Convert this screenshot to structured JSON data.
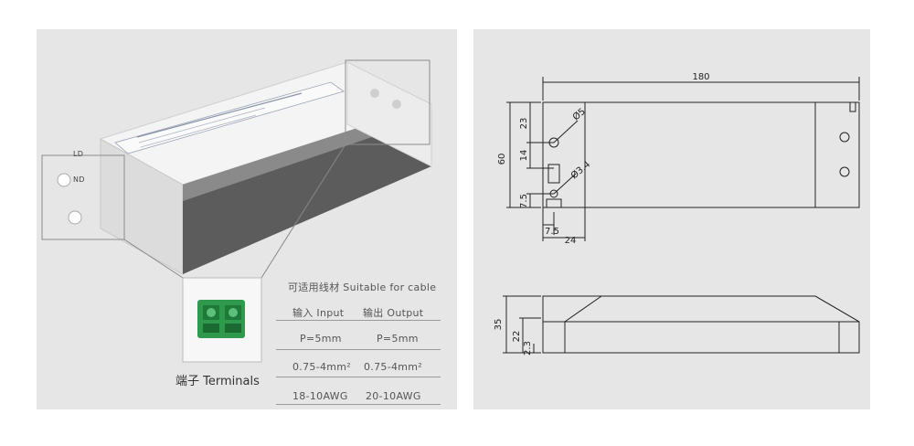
{
  "spec_table": {
    "header": "可适用线材 Suitable for cable",
    "col_input": "输入 Input",
    "col_output": "输出 Output",
    "rows": [
      {
        "input": "P=5mm",
        "output": "P=5mm"
      },
      {
        "input": "0.75-4mm²",
        "output": "0.75-4mm²"
      },
      {
        "input": "18-10AWG",
        "output": "20-10AWG"
      }
    ]
  },
  "terminals_label": "端子 Terminals",
  "product_label": {
    "left_end_top": "LD",
    "left_end_bottom": "ND"
  },
  "drawing": {
    "length": "180",
    "width": "60",
    "dim_23": "23",
    "dim_14": "14",
    "dim_7_5_left": "7.5",
    "dim_7_5_bottom": "7.5",
    "dim_24": "24",
    "hole_large": "Ø5",
    "hole_small": "Ø3.4",
    "height": "35",
    "dim_22": "22",
    "dim_2_3": "2.3"
  }
}
